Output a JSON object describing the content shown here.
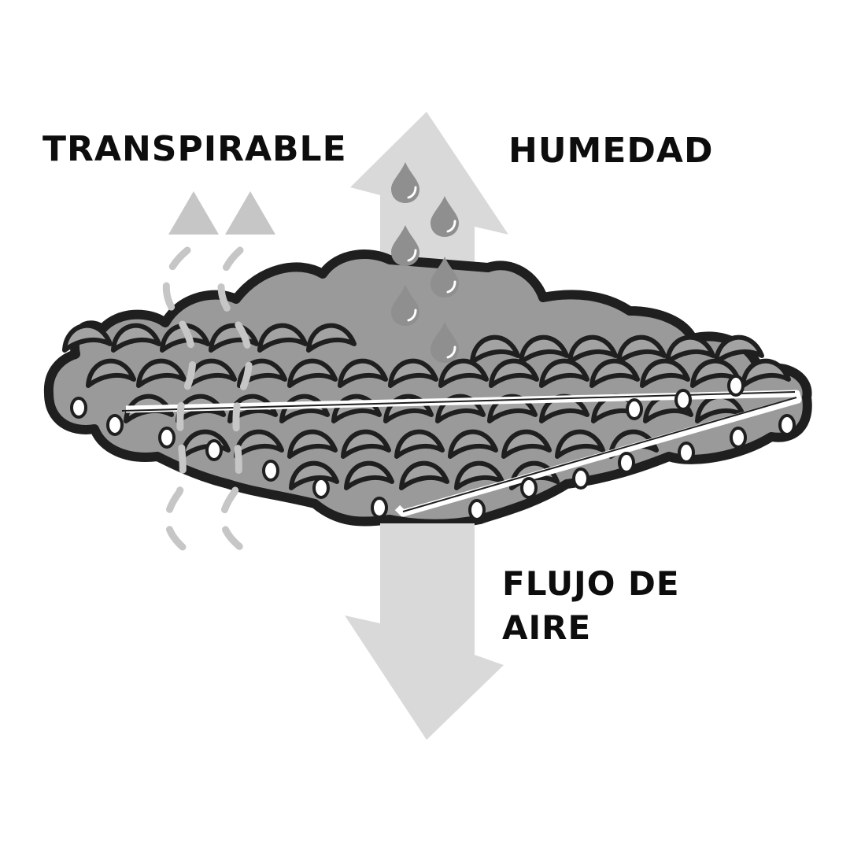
{
  "labels": {
    "breathable": "TRANSPIRABLE",
    "humidity": "HUMEDAD",
    "airflow_line1": "FLUJO DE",
    "airflow_line2": "AIRE"
  },
  "icons": [
    "up-arrow-icon",
    "down-arrow-icon",
    "water-drop-icon",
    "fabric-weave-icon"
  ],
  "colors": {
    "background": "#ffffff",
    "text": "#0d0d0d",
    "arrow": "#d9d9d9",
    "dashed_arrow": "#c6c6c6",
    "drop": "#8f8f8f",
    "fabric_outline": "#1f1f1f",
    "fabric_fill": "#9a9a9a"
  }
}
